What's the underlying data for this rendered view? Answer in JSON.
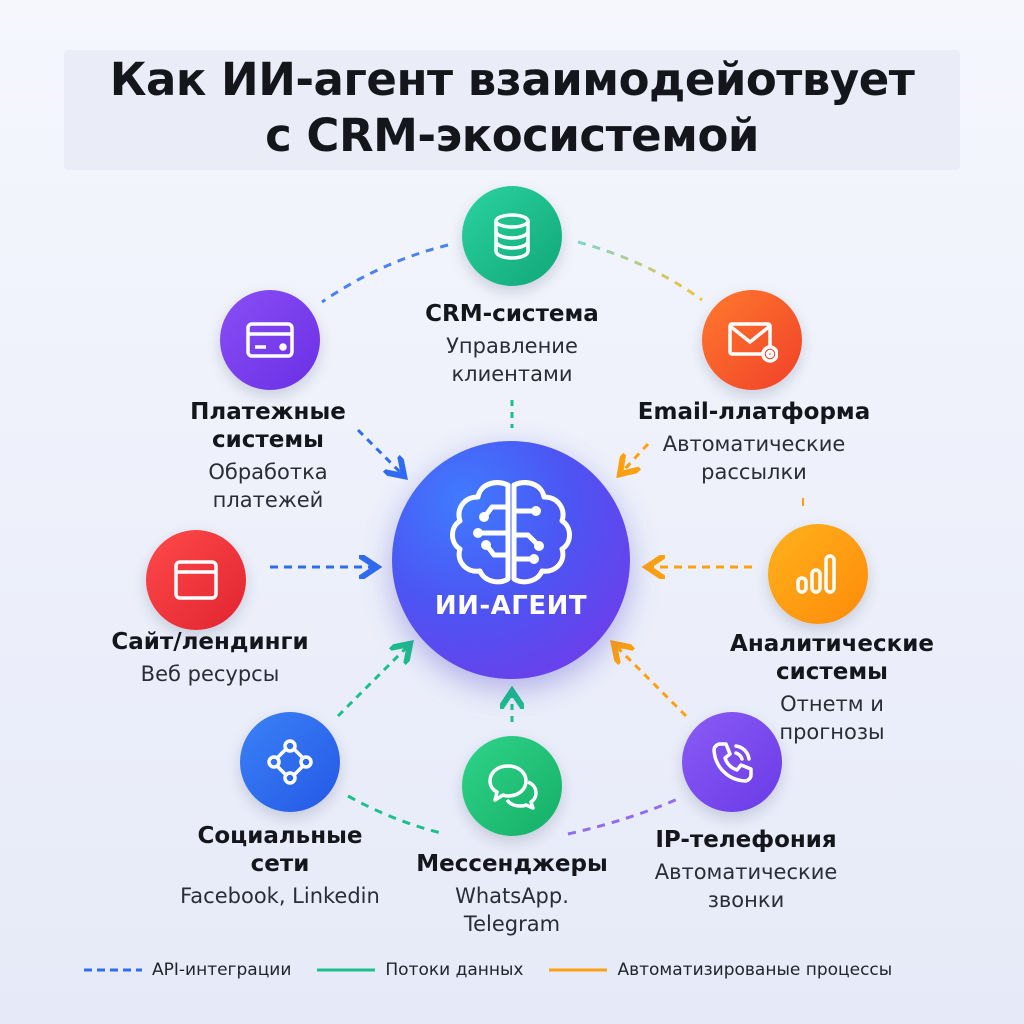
{
  "title": {
    "line1": "Как ИИ-агент взаимодейотвует",
    "line2": "с CRM-экосистемой"
  },
  "center": {
    "label": "ИИ-АГЕИТ"
  },
  "nodes": {
    "crm": {
      "name": "CRM-система",
      "desc1": "Управление",
      "desc2": "клиентами",
      "icon": "database-icon",
      "color": "#1dbf8a"
    },
    "email": {
      "name": "Email-ллатформа",
      "desc1": "Автоматические",
      "desc2": "рассылки",
      "icon": "envelope-icon",
      "color": "#ff5a2a"
    },
    "analytics": {
      "name1": "Аналитические",
      "name2": "системы",
      "desc1": "Отнетм и",
      "desc2": "прогнозы",
      "icon": "bar-chart-icon",
      "color": "#ffa010"
    },
    "telephony": {
      "name": "IP-телефония",
      "desc1": "Автоматические",
      "desc2": "звонки",
      "icon": "phone-icon",
      "color": "#7a4cf0"
    },
    "messengers": {
      "name": "Мессенджеры",
      "desc1": "WhatsApp.",
      "desc2": "Telegram",
      "icon": "chat-bubbles-icon",
      "color": "#22c07a"
    },
    "social": {
      "name1": "Социальные",
      "name2": "сети",
      "desc1": "Facebook, Linkedin",
      "icon": "network-icon",
      "color": "#2f6cf0"
    },
    "website": {
      "name": "Сайт/лендинги",
      "desc1": "Веб ресурсы",
      "icon": "browser-window-icon",
      "color": "#f0343a"
    },
    "payments": {
      "name1": "Платежные",
      "name2": "системы",
      "desc1": "Обработка",
      "desc2": "платежей",
      "icon": "credit-card-icon",
      "color": "#7b3ff0"
    }
  },
  "legend": [
    {
      "label": "API-интеграции",
      "color": "#2f6cf0",
      "style": "dashed"
    },
    {
      "label": "Потоки данных",
      "color": "#1dbf8a",
      "style": "solid"
    },
    {
      "label": "Автоматизированые процессы",
      "color": "#ffa010",
      "style": "solid"
    }
  ]
}
